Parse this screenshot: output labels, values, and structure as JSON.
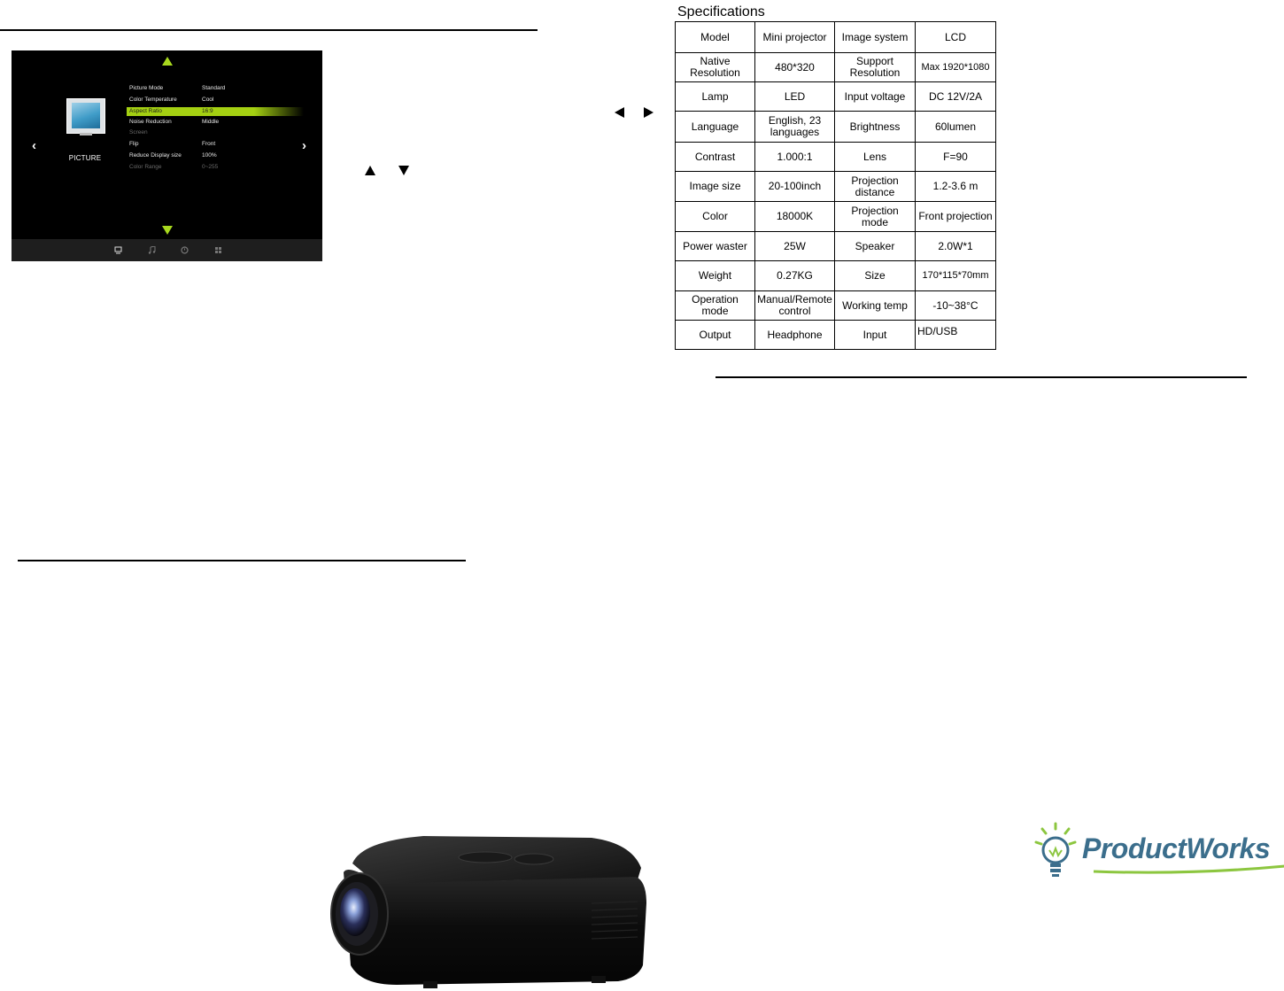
{
  "osd": {
    "section_label": "PICTURE",
    "prev_chevron": "‹",
    "next_chevron": "›",
    "rows": [
      {
        "key": "Picture Mode",
        "value": "Standard",
        "state": "normal"
      },
      {
        "key": "Color Temperature",
        "value": "Cool",
        "state": "normal"
      },
      {
        "key": "Aspect Ratio",
        "value": "16:9",
        "state": "selected"
      },
      {
        "key": "Noise Reduction",
        "value": "Middle",
        "state": "normal"
      },
      {
        "key": "Screen",
        "value": "",
        "state": "disabled"
      },
      {
        "key": "Flip",
        "value": "Front",
        "state": "normal"
      },
      {
        "key": "Reduce Display size",
        "value": "100%",
        "state": "normal"
      },
      {
        "key": "Color Range",
        "value": "0~255",
        "state": "disabled"
      }
    ],
    "bottom_icons": [
      "monitor-icon",
      "music-note-icon",
      "clock-icon",
      "grid-icon"
    ],
    "accent_color": "#a4d012"
  },
  "specifications": {
    "title": "Specifications",
    "rows": [
      [
        "Model",
        "Mini projector",
        "Image system",
        "LCD"
      ],
      [
        "Native Resolution",
        "480*320",
        "Support Resolution",
        "Max 1920*1080"
      ],
      [
        "Lamp",
        "LED",
        "Input voltage",
        "DC 12V/2A"
      ],
      [
        "Language",
        "English, 23 languages",
        "Brightness",
        "60lumen"
      ],
      [
        "Contrast",
        "1.000:1",
        "Lens",
        "F=90"
      ],
      [
        "Image size",
        "20-100inch",
        "Projection distance",
        "1.2-3.6 m"
      ],
      [
        "Color",
        "18000K",
        "Projection mode",
        "Front projection"
      ],
      [
        "Power waster",
        "25W",
        "Speaker",
        "2.0W*1"
      ],
      [
        "Weight",
        "0.27KG",
        "Size",
        "170*115*70mm"
      ],
      [
        "Operation mode",
        "Manual/Remote control",
        "Working temp",
        "-10~38°C"
      ],
      [
        "Output",
        "Headphone",
        "Input",
        "HD/USB"
      ]
    ]
  },
  "logo": {
    "text": "ProductWorks",
    "primary_color": "#3b6e8c",
    "accent_color": "#8cc63f"
  }
}
